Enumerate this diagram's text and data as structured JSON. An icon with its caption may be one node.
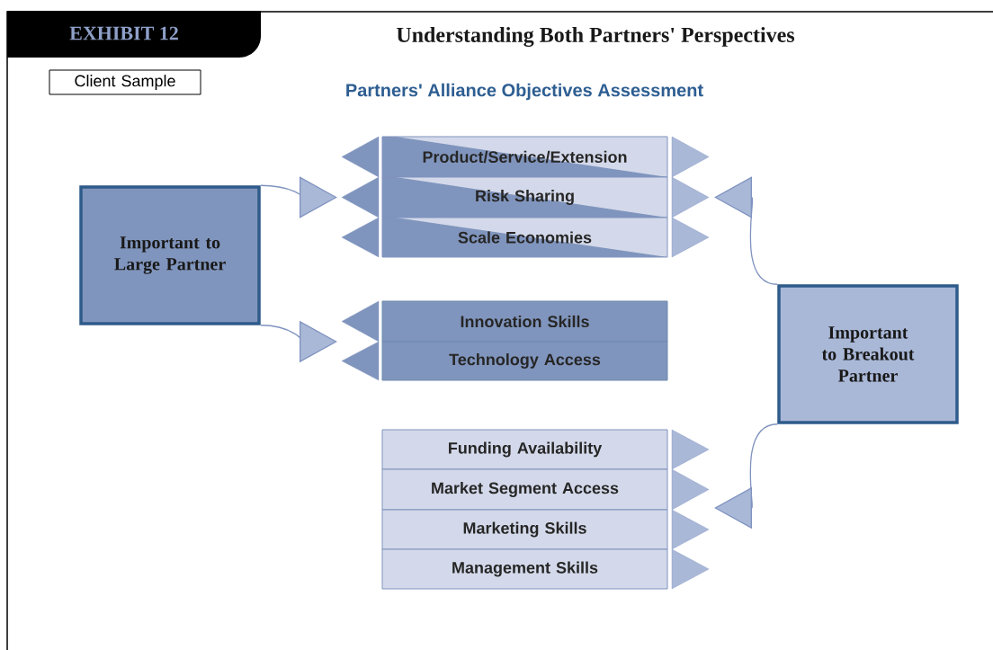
{
  "diagram": {
    "title": "Understanding Both Partners' Perspectives",
    "nodes": [
      {
        "text": [
          "Client Sample"
        ]
      },
      {
        "text": [
          "Important to Large Partner"
        ]
      },
      {
        "text": [
          "Important to Breakout Partner"
        ]
      },
      {
        "text": [
          "Product/Service/Extension"
        ]
      },
      {
        "text": [
          "Risk Sharing"
        ]
      },
      {
        "text": [
          "Scale Economies"
        ]
      },
      {
        "text": [
          "Innovation Skills"
        ]
      },
      {
        "text": [
          "Technology Access"
        ]
      },
      {
        "text": [
          "Funding Availability"
        ]
      },
      {
        "text": [
          "Market Segment Access"
        ]
      },
      {
        "text": [
          "Marketing Skills"
        ]
      },
      {
        "text": [
          "Management Skills"
        ]
      }
    ],
    "edges": [
      {
        "from": 1,
        "to": 4,
        "arrow": "to"
      },
      {
        "from": 1,
        "to": 7,
        "arrow": "to"
      },
      {
        "from": 2,
        "to": 4,
        "arrow": "to"
      },
      {
        "from": 2,
        "to": 10,
        "arrow": "to"
      }
    ],
    "labels": [
      "EXHIBIT 12",
      "Partners' Alliance Objectives Assessment"
    ]
  }
}
